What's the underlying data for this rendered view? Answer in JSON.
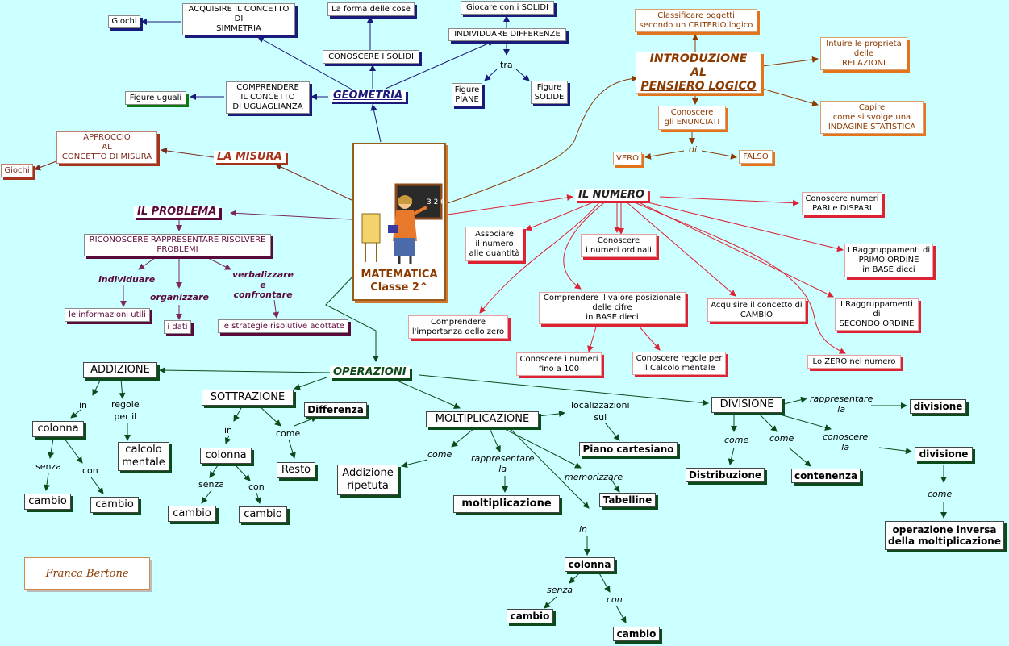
{
  "center": {
    "line1": "MATEMATICA",
    "line2": "Classe 2^",
    "board": "3 2 6"
  },
  "author": "Franca Bertone",
  "topics": {
    "geometria": "GEOMETRIA",
    "misura": "LA MISURA",
    "problema": "IL PROBLEMA",
    "numero": "IL NUMERO",
    "operazioni": "OPERAZIONI",
    "logico": [
      "INTRODUZIONE",
      "AL",
      "PENSIERO LOGICO"
    ]
  },
  "geometry": {
    "simmetria": [
      "ACQUISIRE IL CONCETTO",
      "DI",
      "SIMMETRIA"
    ],
    "giochi": "Giochi",
    "forma": "La forma delle cose",
    "solidi": "CONOSCERE I SOLIDI",
    "giocare": "Giocare con i SOLIDI",
    "differenze": "INDIVIDUARE DIFFERENZE",
    "tra": "tra",
    "piane": [
      "Figure",
      "PIANE"
    ],
    "solide": [
      "Figure",
      "SOLIDE"
    ],
    "uguaglianza": [
      "COMPRENDERE",
      "IL CONCETTO",
      "DI UGUAGLIANZA"
    ],
    "uguali": "Figure uguali"
  },
  "misura": {
    "approccio": [
      "APPROCCIO",
      "AL",
      "CONCETTO DI MISURA"
    ],
    "giochi": "Giochi"
  },
  "problema": {
    "riconoscere": [
      "RICONOSCERE RAPPRESENTARE RISOLVERE",
      "PROBLEMI"
    ],
    "individuare": "individuare",
    "organizzare": "organizzare",
    "verbalizzare": [
      "verbalizzare",
      "e",
      "confrontare"
    ],
    "info": "le informazioni utili",
    "dati": "i dati",
    "strategie": "le strategie risolutive adottate"
  },
  "logico": {
    "classificare": [
      "Classificare oggetti",
      "secondo un CRITERIO logico"
    ],
    "relazioni": [
      "Intuire le proprietà",
      "delle",
      "RELAZIONI"
    ],
    "indagine": [
      "Capire",
      "come si svolge una",
      "INDAGINE STATISTICA"
    ],
    "enunciati": [
      "Conoscere",
      "gli ENUNCIATI"
    ],
    "di": "di",
    "vero": "VERO",
    "falso": "FALSO"
  },
  "numero": {
    "associare": [
      "Associare",
      "il numero",
      "alle quantità"
    ],
    "ordinali": [
      "Conoscere",
      "i numeri ordinali"
    ],
    "pari": [
      "Conoscere numeri",
      "PARI e DISPARI"
    ],
    "primo": [
      "I Raggruppamenti di",
      "PRIMO ORDINE",
      "in BASE dieci"
    ],
    "secondo": [
      "I Raggruppamenti",
      "di",
      "SECONDO ORDINE"
    ],
    "cambio": [
      "Acquisire il concetto di",
      "CAMBIO"
    ],
    "posizionale": [
      "Comprendere il valore posizionale",
      "delle cifre",
      "in BASE dieci"
    ],
    "zero_imp": [
      "Comprendere",
      "l'importanza dello zero"
    ],
    "fino100": [
      "Conoscere i numeri",
      "fino a 100"
    ],
    "regole": [
      "Conoscere regole per",
      "il Calcolo mentale"
    ],
    "zero": "Lo ZERO nel numero"
  },
  "operazioni": {
    "addizione": "ADDIZIONE",
    "add_in": "in",
    "add_regole": [
      "regole",
      "per il"
    ],
    "add_colonna": "colonna",
    "add_calcolo": [
      "calcolo",
      "mentale"
    ],
    "add_senza": "senza",
    "add_con": "con",
    "add_cambio1": "cambio",
    "add_cambio2": "cambio",
    "sottrazione": "SOTTRAZIONE",
    "sot_in": "in",
    "sot_come": "come",
    "sot_colonna": "colonna",
    "sot_differenza": "Differenza",
    "sot_resto": "Resto",
    "sot_senza": "senza",
    "sot_con": "con",
    "sot_cambio1": "cambio",
    "sot_cambio2": "cambio",
    "moltiplicazione": "MOLTIPLICAZIONE",
    "mol_localizzazioni": [
      "localizzazioni",
      "sul"
    ],
    "mol_piano": "Piano cartesiano",
    "mol_come": "come",
    "mol_rappresentare": [
      "rappresentare",
      "la"
    ],
    "mol_memorizzare": "memorizzare",
    "mol_addizione": [
      "Addizione",
      "ripetuta"
    ],
    "mol_molt": "moltiplicazione",
    "mol_tabelline": "Tabelline",
    "mol_in": "in",
    "mol_colonna": "colonna",
    "mol_senza": "senza",
    "mol_con": "con",
    "mol_cambio1": "cambio",
    "mol_cambio2": "cambio",
    "divisione": "DIVISIONE",
    "div_rappresentare": [
      "rappresentare",
      "la"
    ],
    "div_divisione1": "divisione",
    "div_come1": "come",
    "div_come2": "come",
    "div_conoscere": [
      "conoscere",
      "la"
    ],
    "div_distribuzione": "Distribuzione",
    "div_contenenza": "contenenza",
    "div_divisione2": "divisione",
    "div_come3": "come",
    "div_inversa": [
      "operazione inversa",
      "della moltiplicazione"
    ]
  },
  "colors": {
    "background": "#ccffff",
    "navy": "#1a1a7a",
    "green": "#0b4a1a",
    "red": "#dd2233",
    "orange": "#e3741c",
    "maroon": "#5a0a3a",
    "rust": "#a5321a"
  }
}
